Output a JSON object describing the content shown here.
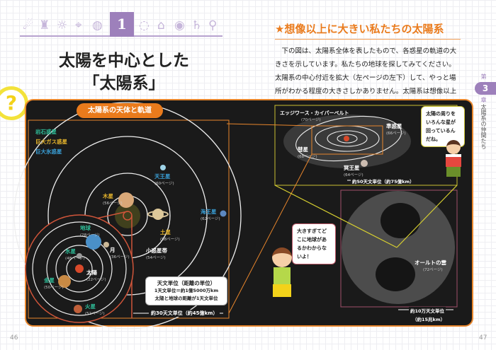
{
  "left_page": {
    "chapter_number": "1",
    "title_line1": "太陽を中心とした",
    "title_line2": "「太陽系」",
    "question_mark": "?",
    "page_number": "46"
  },
  "right_page": {
    "heading": "★想像以上に大きい私たちの太陽系",
    "body": "下の図は、太陽系全体を表したもので、各惑星の軌道の大きさを示しています。私たちの地球を探してみてください。太陽系の中心付近を拡大（左ページの左下）して、やっと場所がわかる程度の大きさしかありません。太陽系は想像以上にとても大きいのです。",
    "page_number": "47",
    "side_tab": {
      "prefix": "第",
      "number": "3",
      "suffix": "章",
      "title": "太陽系の仲間たち"
    }
  },
  "panel": {
    "title": "太陽系の天体と軌道",
    "legend": [
      {
        "label": "岩石惑星",
        "color": "#2fbf9a"
      },
      {
        "label": "巨大ガス惑星",
        "color": "#e8b62c"
      },
      {
        "label": "巨大氷惑星",
        "color": "#3aa0d8"
      }
    ],
    "bodies": {
      "uranus": {
        "name": "天王星",
        "page": "(60ページ)"
      },
      "neptune": {
        "name": "海王星",
        "page": "(62ページ)"
      },
      "jupiter": {
        "name": "木星",
        "page": "(56ページ)"
      },
      "saturn": {
        "name": "土星",
        "page": "(58ページ)"
      },
      "asteroid_belt": {
        "name": "小惑星帯",
        "page": "(54ページ)"
      },
      "earth": {
        "name": "地球",
        "page": "(28ページ)"
      },
      "moon": {
        "name": "月",
        "page": "(36ページ)"
      },
      "mercury": {
        "name": "水星",
        "page": "(48ページ)"
      },
      "sun": {
        "name": "太陽",
        "page": "(22ページ)"
      },
      "venus": {
        "name": "金星",
        "page": "(50ページ)"
      },
      "mars": {
        "name": "火星",
        "page": "(52ページ)"
      },
      "kuiper": {
        "name": "エッジワース・カイパーベルト",
        "page": "(70ページ)"
      },
      "dwarf": {
        "name": "準惑星",
        "page": "(66ページ)"
      },
      "comet": {
        "name": "彗星",
        "page": "(68ページ)"
      },
      "pluto": {
        "name": "冥王星",
        "page": "(64ページ)"
      },
      "oort": {
        "name": "オールトの雲",
        "page": "(72ページ)"
      }
    },
    "au_box": {
      "title": "天文単位（距離の単位）",
      "line1": "1天文単位＝約1億5000万km",
      "line2": "太陽と地球の距離が1天文単位"
    },
    "scale_inner": "約30天文単位（約45億km）",
    "scale_kuiper": "約50天文単位（約75億km）",
    "scale_oort_1": "約10万天文単位",
    "scale_oort_2": "（約15兆km）",
    "boy_speech": "太陽の周りをいろんな星が回っているんだね。",
    "girl_speech": "大きすぎてどこに地球があるかわからないよ！"
  }
}
